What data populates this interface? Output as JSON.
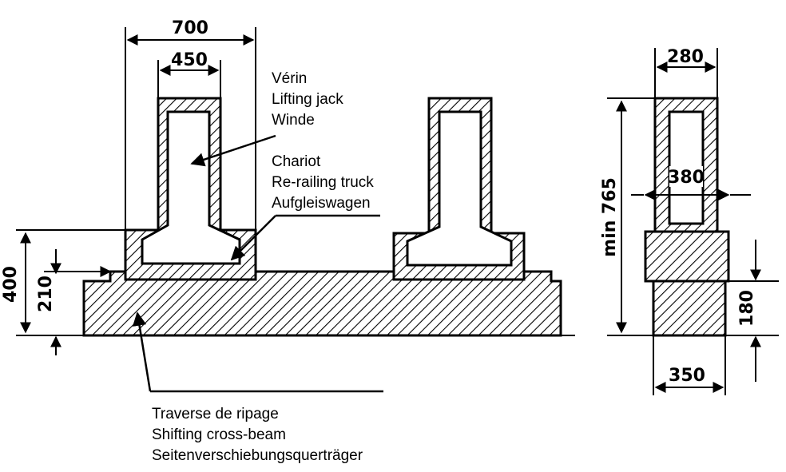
{
  "dimensions": {
    "d700": "700",
    "d450": "450",
    "d400": "400",
    "d210": "210",
    "d280": "280",
    "d380": "380",
    "dmin765": "min 765",
    "d180": "180",
    "d350": "350"
  },
  "labels": {
    "jack": [
      "Vérin",
      "Lifting jack",
      "Winde"
    ],
    "truck": [
      "Chariot",
      "Re-railing truck",
      "Aufgleiswagen"
    ],
    "beam": [
      "Traverse de ripage",
      "Shifting cross-beam",
      "Seitenverschiebungsquerträger"
    ]
  },
  "colors": {
    "ink": "#000000",
    "background": "#ffffff"
  }
}
